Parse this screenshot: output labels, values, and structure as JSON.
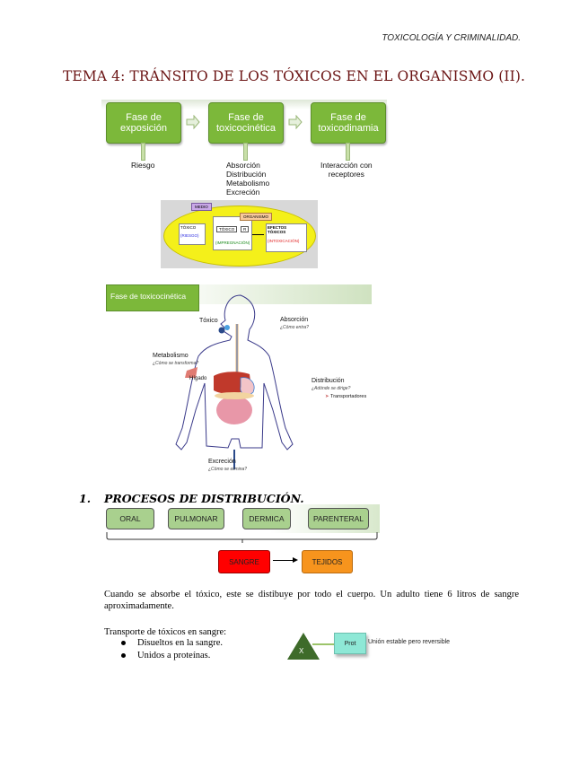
{
  "header": {
    "running_title": "TOXICOLOGÍA Y CRIMINALIDAD."
  },
  "document": {
    "title": "TEMA 4: TRÁNSITO DE LOS TÓXICOS EN EL ORGANISMO (II)."
  },
  "phases": [
    {
      "label": "Fase de exposición",
      "details": [
        "Riesgo"
      ]
    },
    {
      "label": "Fase de toxicocinética",
      "details": [
        "Absorción",
        "Distribución",
        "Metabolismo",
        "Excreción"
      ]
    },
    {
      "label": "Fase de toxicodinamia",
      "details": [
        "Interacción con",
        "receptores"
      ]
    }
  ],
  "medio_diagram": {
    "medio_tag": "MEDIO",
    "organismo_tag": "ORGANISMO",
    "toxico_label": "TÓXICO",
    "riesgo_label": "(RIESGO)",
    "inner_toxico": "TÓXICO",
    "receptor": "R",
    "impregnacion": "(IMPREGNACIÓN)",
    "efectos": "EFECTOS TÓXICOS",
    "intoxicacion": "(INTOXICACIÓN)"
  },
  "body_diagram": {
    "header": "Fase de toxicocinética",
    "toxico": "Tóxico",
    "absorcion": "Absorción",
    "absorcion_q": "¿Cómo entra?",
    "metabolismo": "Metabolismo",
    "metabolismo_q": "¿Cómo se transforma?",
    "higado": "Hígado",
    "distribucion": "Distribución",
    "distribucion_q": "¿Adónde se dirige?",
    "transportadores": "Transportadores",
    "excrecion": "Excreción",
    "excrecion_q": "¿Cómo se elimina?"
  },
  "section": {
    "number": "1.",
    "title": "PROCESOS DE DISTRIBUCIÓN."
  },
  "routes": [
    "ORAL",
    "PULMONAR",
    "DERMICA",
    "PARENTERAL"
  ],
  "flow": {
    "sangre": "SANGRE",
    "tejidos": "TEJIDOS"
  },
  "paragraph": "Cuando se absorbe el tóxico, este se distibuye por todo el cuerpo. Un adulto tiene 6 litros de sangre aproximadamente.",
  "transport": {
    "intro": "Transporte de tóxicos en sangre:",
    "items": [
      "Disueltos en la sangre.",
      "Unidos a proteínas."
    ]
  },
  "binding": {
    "toxin": "X",
    "protein": "Prot",
    "caption": "Unión estable pero reversible"
  },
  "colors": {
    "title": "#6b1414",
    "phase_green": "#7cb83a",
    "route_green": "#a9d08e",
    "sangre": "#ff0000",
    "tejidos": "#f7941d",
    "prot": "#8ee8d6",
    "triangle": "#3e6b2a"
  }
}
